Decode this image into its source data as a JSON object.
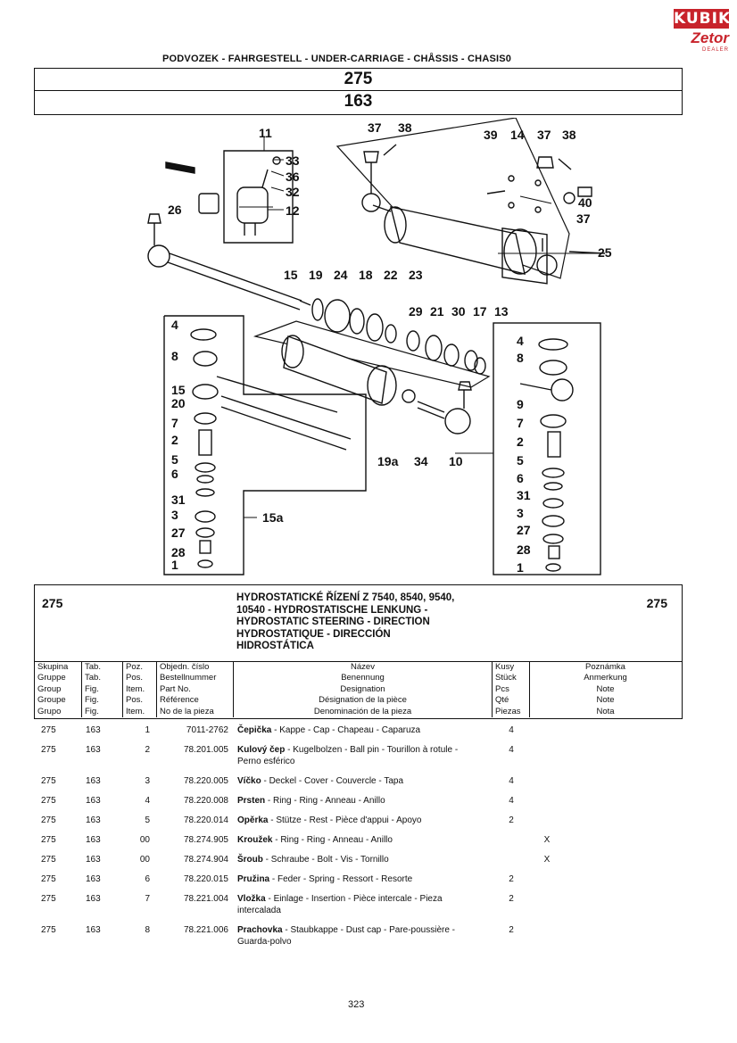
{
  "logo": {
    "brand": "KUBIK",
    "sub": "Zetor",
    "dealer": "DEALER"
  },
  "chapter_title": "PODVOZEK - FAHRGESTELL - UNDER-CARRIAGE - CHÅSSIS - CHASIS0",
  "group_number": "275",
  "table_number": "163",
  "diagram": {
    "callouts": [
      "11",
      "33",
      "36",
      "32",
      "12",
      "26",
      "37",
      "38",
      "39",
      "14",
      "37",
      "38",
      "40",
      "37",
      "25",
      "15",
      "19",
      "24",
      "18",
      "22",
      "23",
      "29",
      "21",
      "30",
      "17",
      "13",
      "4",
      "8",
      "15",
      "20",
      "7",
      "2",
      "5",
      "6",
      "31",
      "3",
      "27",
      "28",
      "1",
      "15a",
      "19a",
      "34",
      "10",
      "4",
      "8",
      "9",
      "7",
      "2",
      "5",
      "6",
      "31",
      "3",
      "27",
      "28",
      "1"
    ]
  },
  "section": {
    "left_code": "275",
    "right_code": "275",
    "title_lines": [
      "HYDROSTATICKÉ ŘÍZENÍ Z 7540, 8540, 9540,",
      "10540 - HYDROSTATISCHE LENKUNG -",
      "HYDROSTATIC STEERING - DIRECTION",
      "HYDROSTATIQUE - DIRECCIÓN",
      "HIDROSTÁTICA"
    ]
  },
  "columns": {
    "group": [
      "Skupina",
      "Gruppe",
      "Group",
      "Groupe",
      "Grupo"
    ],
    "table": [
      "Tab.",
      "Tab.",
      "Fig.",
      "Fig.",
      "Fig."
    ],
    "pos": [
      "Poz.",
      "Pos.",
      "Item.",
      "Pos.",
      "Item."
    ],
    "part": [
      "Objedn. číslo",
      "Bestellnummer",
      "Part No.",
      "Référence",
      "No de la pieza"
    ],
    "name": [
      "Název",
      "Benennung",
      "Designation",
      "Désignation de la pièce",
      "Denominación de la pieza"
    ],
    "qty": [
      "Kusy",
      "Stück",
      "Pcs",
      "Qté",
      "Piezas"
    ],
    "note": [
      "Poznámka",
      "Anmerkung",
      "Note",
      "Note",
      "Nota"
    ]
  },
  "rows": [
    {
      "group": "275",
      "table": "163",
      "pos": "1",
      "part": "7011-2762",
      "name_bold": "Čepička",
      "name_rest": " - Kappe - Cap - Chapeau - Caparuza",
      "name_line2": "",
      "qty": "4",
      "note": ""
    },
    {
      "group": "275",
      "table": "163",
      "pos": "2",
      "part": "78.201.005",
      "name_bold": "Kulový čep",
      "name_rest": " - Kugelbolzen - Ball pin - Tourillon à rotule -",
      "name_line2": "Perno esférico",
      "qty": "4",
      "note": ""
    },
    {
      "group": "275",
      "table": "163",
      "pos": "3",
      "part": "78.220.005",
      "name_bold": "Víčko",
      "name_rest": " - Deckel - Cover - Couvercle - Tapa",
      "name_line2": "",
      "qty": "4",
      "note": ""
    },
    {
      "group": "275",
      "table": "163",
      "pos": "4",
      "part": "78.220.008",
      "name_bold": "Prsten",
      "name_rest": " - Ring - Ring - Anneau - Anillo",
      "name_line2": "",
      "qty": "4",
      "note": ""
    },
    {
      "group": "275",
      "table": "163",
      "pos": "5",
      "part": "78.220.014",
      "name_bold": "Opěrka",
      "name_rest": " - Stütze - Rest - Pièce d'appui - Apoyo",
      "name_line2": "",
      "qty": "2",
      "note": ""
    },
    {
      "group": "275",
      "table": "163",
      "pos": "00",
      "part": "78.274.905",
      "name_bold": "Kroužek",
      "name_rest": " - Ring - Ring - Anneau - Anillo",
      "name_line2": "",
      "qty": "",
      "note": "X"
    },
    {
      "group": "275",
      "table": "163",
      "pos": "00",
      "part": "78.274.904",
      "name_bold": "Šroub",
      "name_rest": " - Schraube - Bolt - Vis - Tornillo",
      "name_line2": "",
      "qty": "",
      "note": "X"
    },
    {
      "group": "275",
      "table": "163",
      "pos": "6",
      "part": "78.220.015",
      "name_bold": "Pružina",
      "name_rest": " - Feder - Spring - Ressort - Resorte",
      "name_line2": "",
      "qty": "2",
      "note": ""
    },
    {
      "group": "275",
      "table": "163",
      "pos": "7",
      "part": "78.221.004",
      "name_bold": "Vložka",
      "name_rest": " - Einlage - Insertion - Pièce intercale - Pieza",
      "name_line2": "intercalada",
      "qty": "2",
      "note": ""
    },
    {
      "group": "275",
      "table": "163",
      "pos": "8",
      "part": "78.221.006",
      "name_bold": "Prachovka",
      "name_rest": " - Staubkappe - Dust cap - Pare-poussière -",
      "name_line2": "Guarda-polvo",
      "qty": "2",
      "note": ""
    }
  ],
  "page_number": "323"
}
